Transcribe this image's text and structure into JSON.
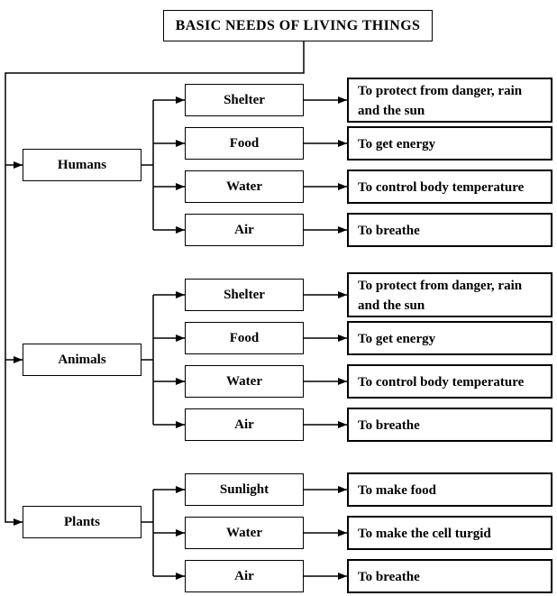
{
  "title": "BASIC NEEDS OF LIVING THINGS",
  "colors": {
    "line": "#000000",
    "box_border": "#000000",
    "text": "#000000",
    "background": "#ffffff"
  },
  "sections": [
    {
      "category": "Humans",
      "needs": [
        {
          "label": "Shelter",
          "description": "To protect from danger, rain and the sun"
        },
        {
          "label": "Food",
          "description": "To get energy"
        },
        {
          "label": "Water",
          "description": "To control body temperature"
        },
        {
          "label": "Air",
          "description": "To breathe"
        }
      ]
    },
    {
      "category": "Animals",
      "needs": [
        {
          "label": "Shelter",
          "description": "To protect from danger, rain and the sun"
        },
        {
          "label": "Food",
          "description": "To get energy"
        },
        {
          "label": "Water",
          "description": "To control body temperature"
        },
        {
          "label": "Air",
          "description": "To breathe"
        }
      ]
    },
    {
      "category": "Plants",
      "needs": [
        {
          "label": "Sunlight",
          "description": "To make food"
        },
        {
          "label": "Water",
          "description": "To make the cell turgid"
        },
        {
          "label": "Air",
          "description": "To breathe"
        }
      ]
    }
  ]
}
